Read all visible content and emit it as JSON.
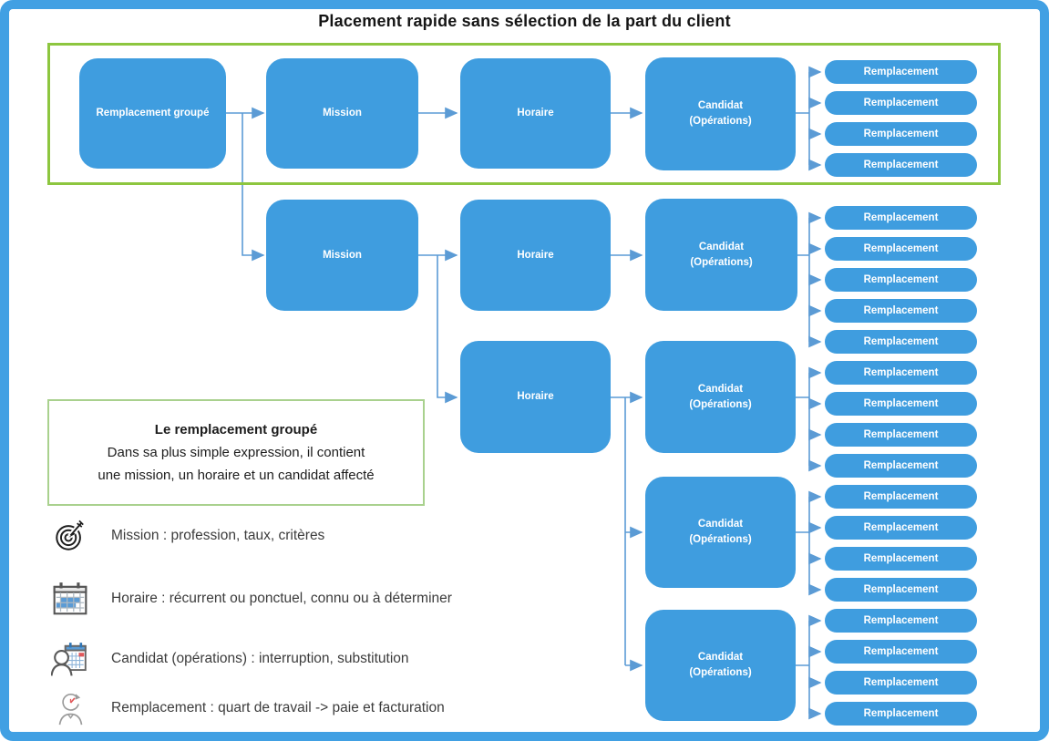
{
  "title": "Placement rapide sans sélection de la part du client",
  "colors": {
    "frame_blue": "#41A0E3",
    "node_blue": "#3F9DDF",
    "connector_blue": "#5B9BD5",
    "green_strong": "#8DC63F",
    "green_light": "#A9D18E"
  },
  "nodes": {
    "remplacement_groupe": "Remplacement groupé",
    "mission": "Mission",
    "horaire": "Horaire",
    "candidat": "Candidat",
    "candidat_sub": "(Opérations)",
    "remplacement": "Remplacement"
  },
  "pill_groups": [
    {
      "count": 4
    },
    {
      "count": 5
    },
    {
      "count": 4
    },
    {
      "count": 4
    },
    {
      "count": 4
    }
  ],
  "info_box": {
    "heading": "Le remplacement groupé",
    "line1": "Dans sa plus simple expression, il contient",
    "line2": "une mission, un horaire et un candidat affecté"
  },
  "legend": {
    "items": [
      {
        "icon": "target-icon",
        "text": "Mission : profession, taux, critères"
      },
      {
        "icon": "calendar-icon",
        "text": "Horaire : récurrent ou ponctuel, connu ou à déterminer"
      },
      {
        "icon": "person-calendar-icon",
        "text": "Candidat (opérations) : interruption, substitution"
      },
      {
        "icon": "person-refresh-icon",
        "text": "Remplacement : quart de travail -> paie et facturation"
      }
    ]
  }
}
